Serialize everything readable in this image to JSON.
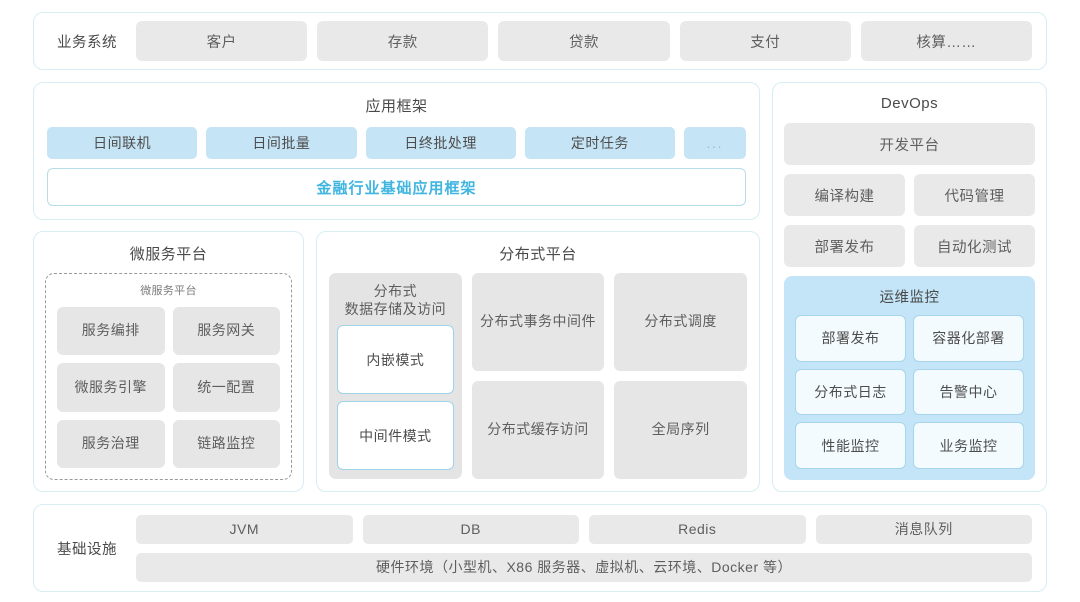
{
  "business_systems": {
    "label": "业务系统",
    "items": [
      "客户",
      "存款",
      "贷款",
      "支付",
      "核算……"
    ]
  },
  "app_framework": {
    "title": "应用框架",
    "chips": [
      "日间联机",
      "日间批量",
      "日终批处理",
      "定时任务"
    ],
    "more": "...",
    "banner": "金融行业基础应用框架"
  },
  "microservice_platform": {
    "title": "微服务平台",
    "subtitle": "微服务平台",
    "items": [
      "服务编排",
      "服务网关",
      "微服务引擎",
      "统一配置",
      "服务治理",
      "链路监控"
    ]
  },
  "distributed_platform": {
    "title": "分布式平台",
    "storage": {
      "title": "分布式\n数据存储及访问",
      "title_line1": "分布式",
      "title_line2": "数据存储及访问",
      "modes": [
        "内嵌模式",
        "中间件模式"
      ]
    },
    "cells": [
      "分布式\n事务中间件",
      "分布式调度",
      "分布式\n缓存访问",
      "全局序列"
    ],
    "cell_tx_line1": "分布式",
    "cell_tx_line2": "事务中间件",
    "cell_sched": "分布式调度",
    "cell_cache_line1": "分布式",
    "cell_cache_line2": "缓存访问",
    "cell_seq": "全局序列"
  },
  "devops": {
    "title": "DevOps",
    "platform": "开发平台",
    "row2": [
      "编译构建",
      "代码管理"
    ],
    "row3": [
      "部署发布",
      "自动化测试"
    ],
    "ops": {
      "title": "运维监控",
      "items": [
        "部署发布",
        "容器化部署",
        "分布式日志",
        "告警中心",
        "性能监控",
        "业务监控"
      ]
    }
  },
  "infrastructure": {
    "label": "基础设施",
    "items": [
      "JVM",
      "DB",
      "Redis",
      "消息队列"
    ],
    "hardware": "硬件环境（小型机、X86 服务器、虚拟机、云环境、Docker 等）"
  },
  "colors": {
    "panel_border": "#d6eef4",
    "chip_gray": "#e9e9e9",
    "chip_blue": "#c5e4f5",
    "accent": "#3fb5e0",
    "ops_bg": "#c3e5f7"
  }
}
